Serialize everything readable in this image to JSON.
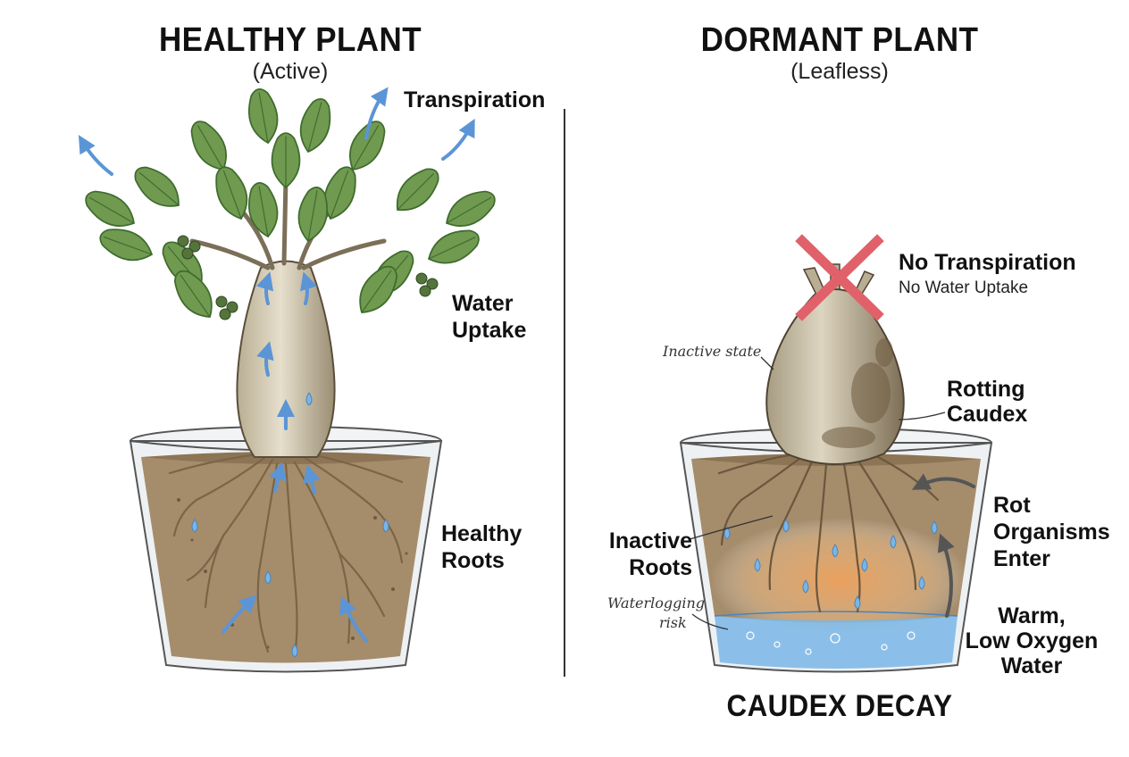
{
  "left": {
    "title": "HEALTHY PLANT",
    "subtitle": "(Active)",
    "transpiration": "Transpiration",
    "water_uptake": [
      "Water",
      "Uptake"
    ],
    "healthy_roots": [
      "Healthy",
      "Roots"
    ]
  },
  "right": {
    "title": "DORMANT PLANT",
    "subtitle": "(Leafless)",
    "no_transpiration": "No Transpiration",
    "no_water_uptake": "No Water Uptake",
    "inactive_state": "Inactive state",
    "rotting_caudex": [
      "Rotting",
      "Caudex"
    ],
    "rot_organisms": [
      "Rot",
      "Organisms",
      "Enter"
    ],
    "inactive_roots": [
      "Inactive",
      "Roots"
    ],
    "waterlogging": [
      "Waterlogging",
      "risk"
    ],
    "warm_water": [
      "Warm,",
      "Low Oxygen",
      "Water"
    ],
    "footer": "CAUDEX DECAY"
  },
  "colors": {
    "leaf": "#6f9a4f",
    "leaf_dark": "#3f6b2e",
    "caudex": "#c9bfa6",
    "soil": "#a58c6b",
    "arrow_blue": "#5b95d6",
    "cross_red": "#e0616a",
    "warm_orange": "#f5a35a",
    "water_blue": "#79b6e6"
  }
}
